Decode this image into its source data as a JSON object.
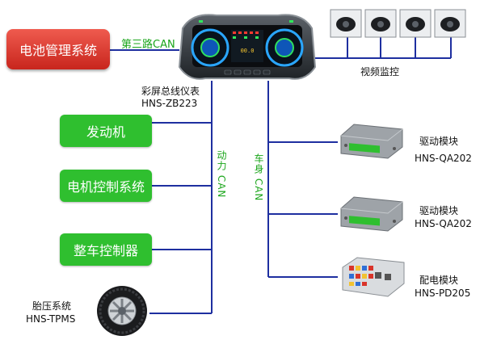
{
  "battery": {
    "label": "电池管理系统"
  },
  "can3": {
    "label": "第三路CAN"
  },
  "dashboard": {
    "name": "彩屏总线仪表",
    "model": "HNS-ZB223",
    "display_text": "00.0"
  },
  "video": {
    "label": "视频监控"
  },
  "power_can": {
    "label": "动力 CAN"
  },
  "body_can": {
    "label": "车身 CAN"
  },
  "power_nodes": [
    {
      "label": "发动机"
    },
    {
      "label": "电机控制系统"
    },
    {
      "label": "整车控制器"
    }
  ],
  "tire": {
    "name": "胎压系统",
    "model": "HNS-TPMS"
  },
  "body_nodes": [
    {
      "name": "驱动模块",
      "model": "HNS-QA202"
    },
    {
      "name": "驱动模块",
      "model": "HNS-QA202"
    },
    {
      "name": "配电模块",
      "model": "HNS-PD205"
    }
  ],
  "colors": {
    "bus_line": "#1e2fa0",
    "green_box": "#2fbf2f",
    "red_box": "#d9342a",
    "can_text": "#1aa51a"
  }
}
